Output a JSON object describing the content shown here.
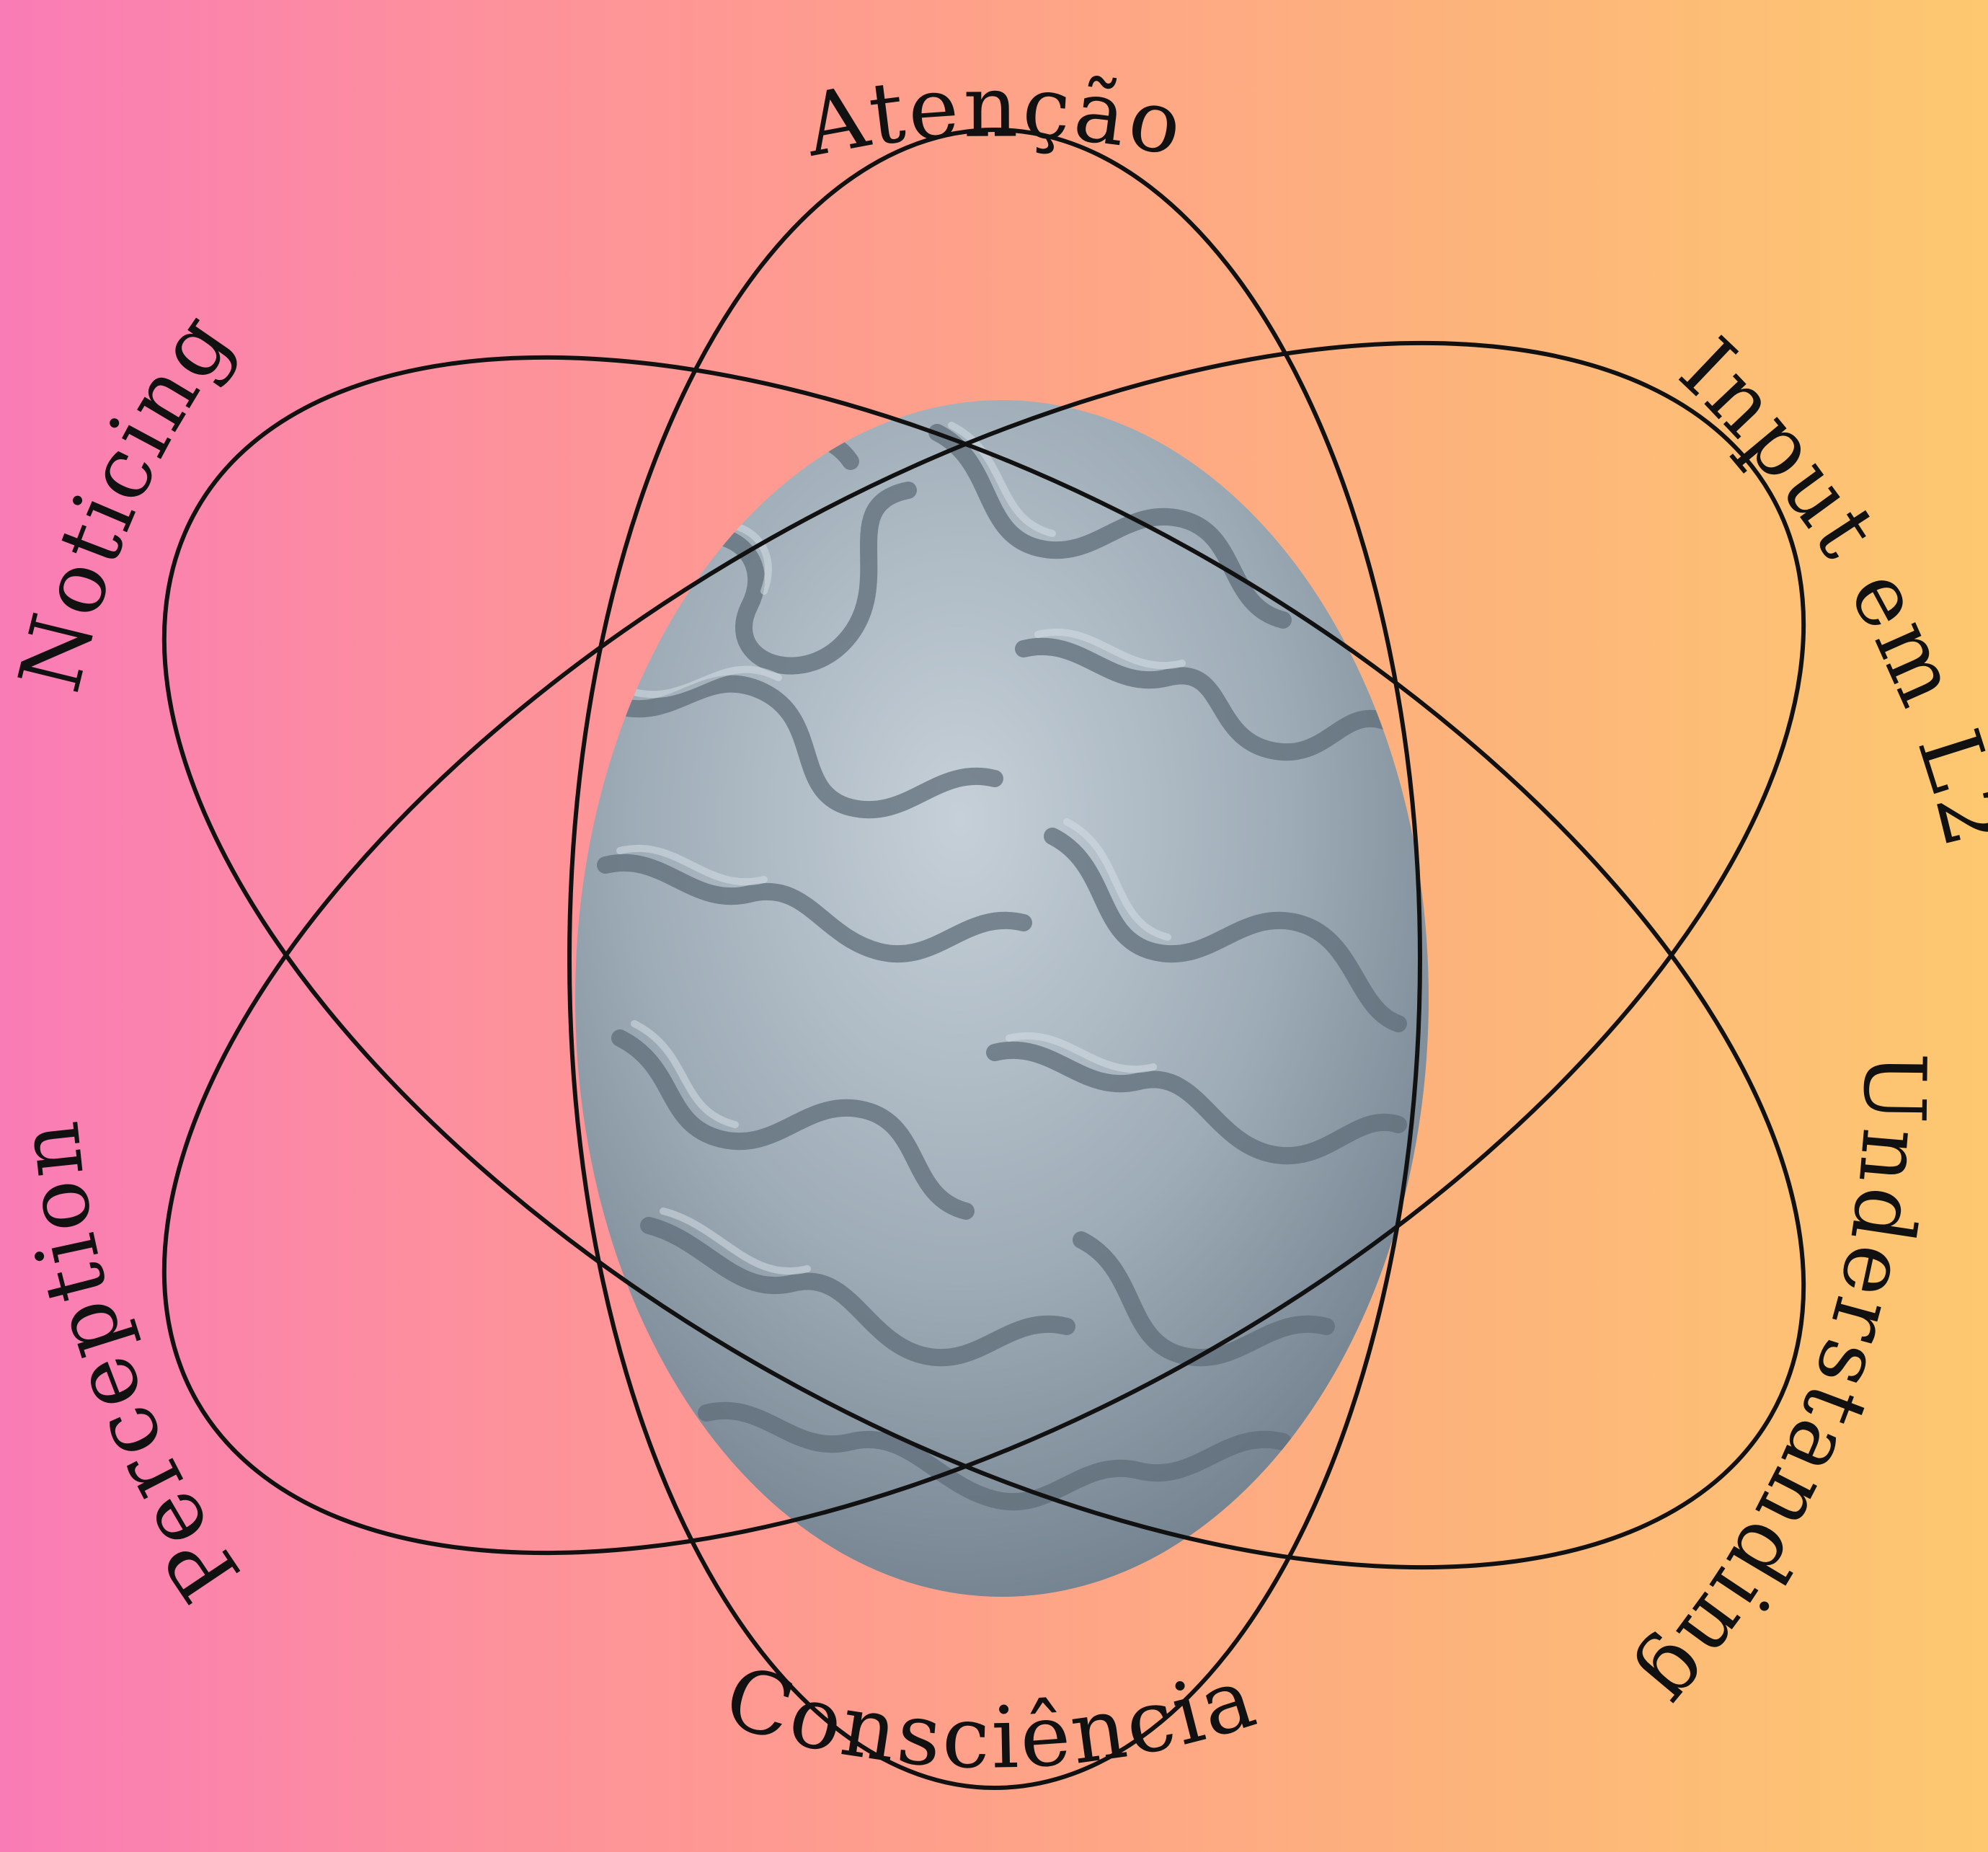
{
  "labels": {
    "atencao": "Atenção",
    "input_l2": "Input em L2",
    "understanding": "Understanding",
    "consciencia": "Consciência",
    "perception": "Perception",
    "noticing": "Noticing"
  },
  "icons": {
    "center": "brain-icon"
  },
  "colors": {
    "gradient_left": "#f97cb6",
    "gradient_right": "#fdc870",
    "line": "#111111",
    "brain": "#98a6b2"
  }
}
